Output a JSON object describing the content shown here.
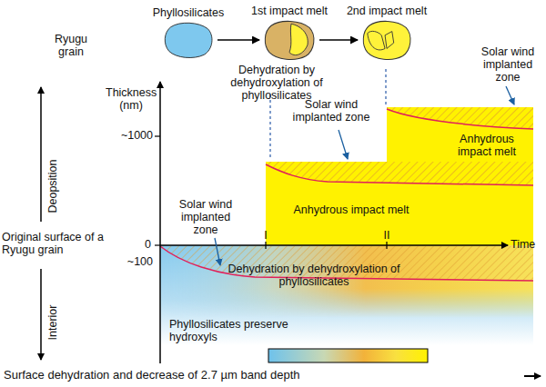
{
  "diagram": {
    "nodes": [
      {
        "text": [
          "Phyllosilicates"
        ]
      },
      {
        "text": [
          "1st impact melt",
          "Dehydration by dehydroxylation of phyllosilicates"
        ]
      },
      {
        "text": [
          "2nd impact melt"
        ]
      }
    ],
    "edges": [
      {
        "from": 0,
        "to": 1,
        "arrow": "to"
      },
      {
        "from": 1,
        "to": 2,
        "arrow": "to"
      }
    ],
    "labels": [
      "Ryugu grain",
      "Thickness (nm)",
      "~1000",
      "0",
      "~100",
      "Deopsition",
      "Original surface of a Ryugu grain",
      "Interior",
      "Time",
      "I",
      "II",
      "Solar wind implanted zone",
      "Solar wind implanted zone",
      "Solar wind implanted zone",
      "Anhydrous impact melt",
      "Anhydrous impact melt",
      "Dehydration by dehydroxylation of phyllosilicates",
      "Phyllosilicates preserve hydroxyls",
      "Surface dehydration and decrease of 2.7 µm band depth"
    ]
  }
}
